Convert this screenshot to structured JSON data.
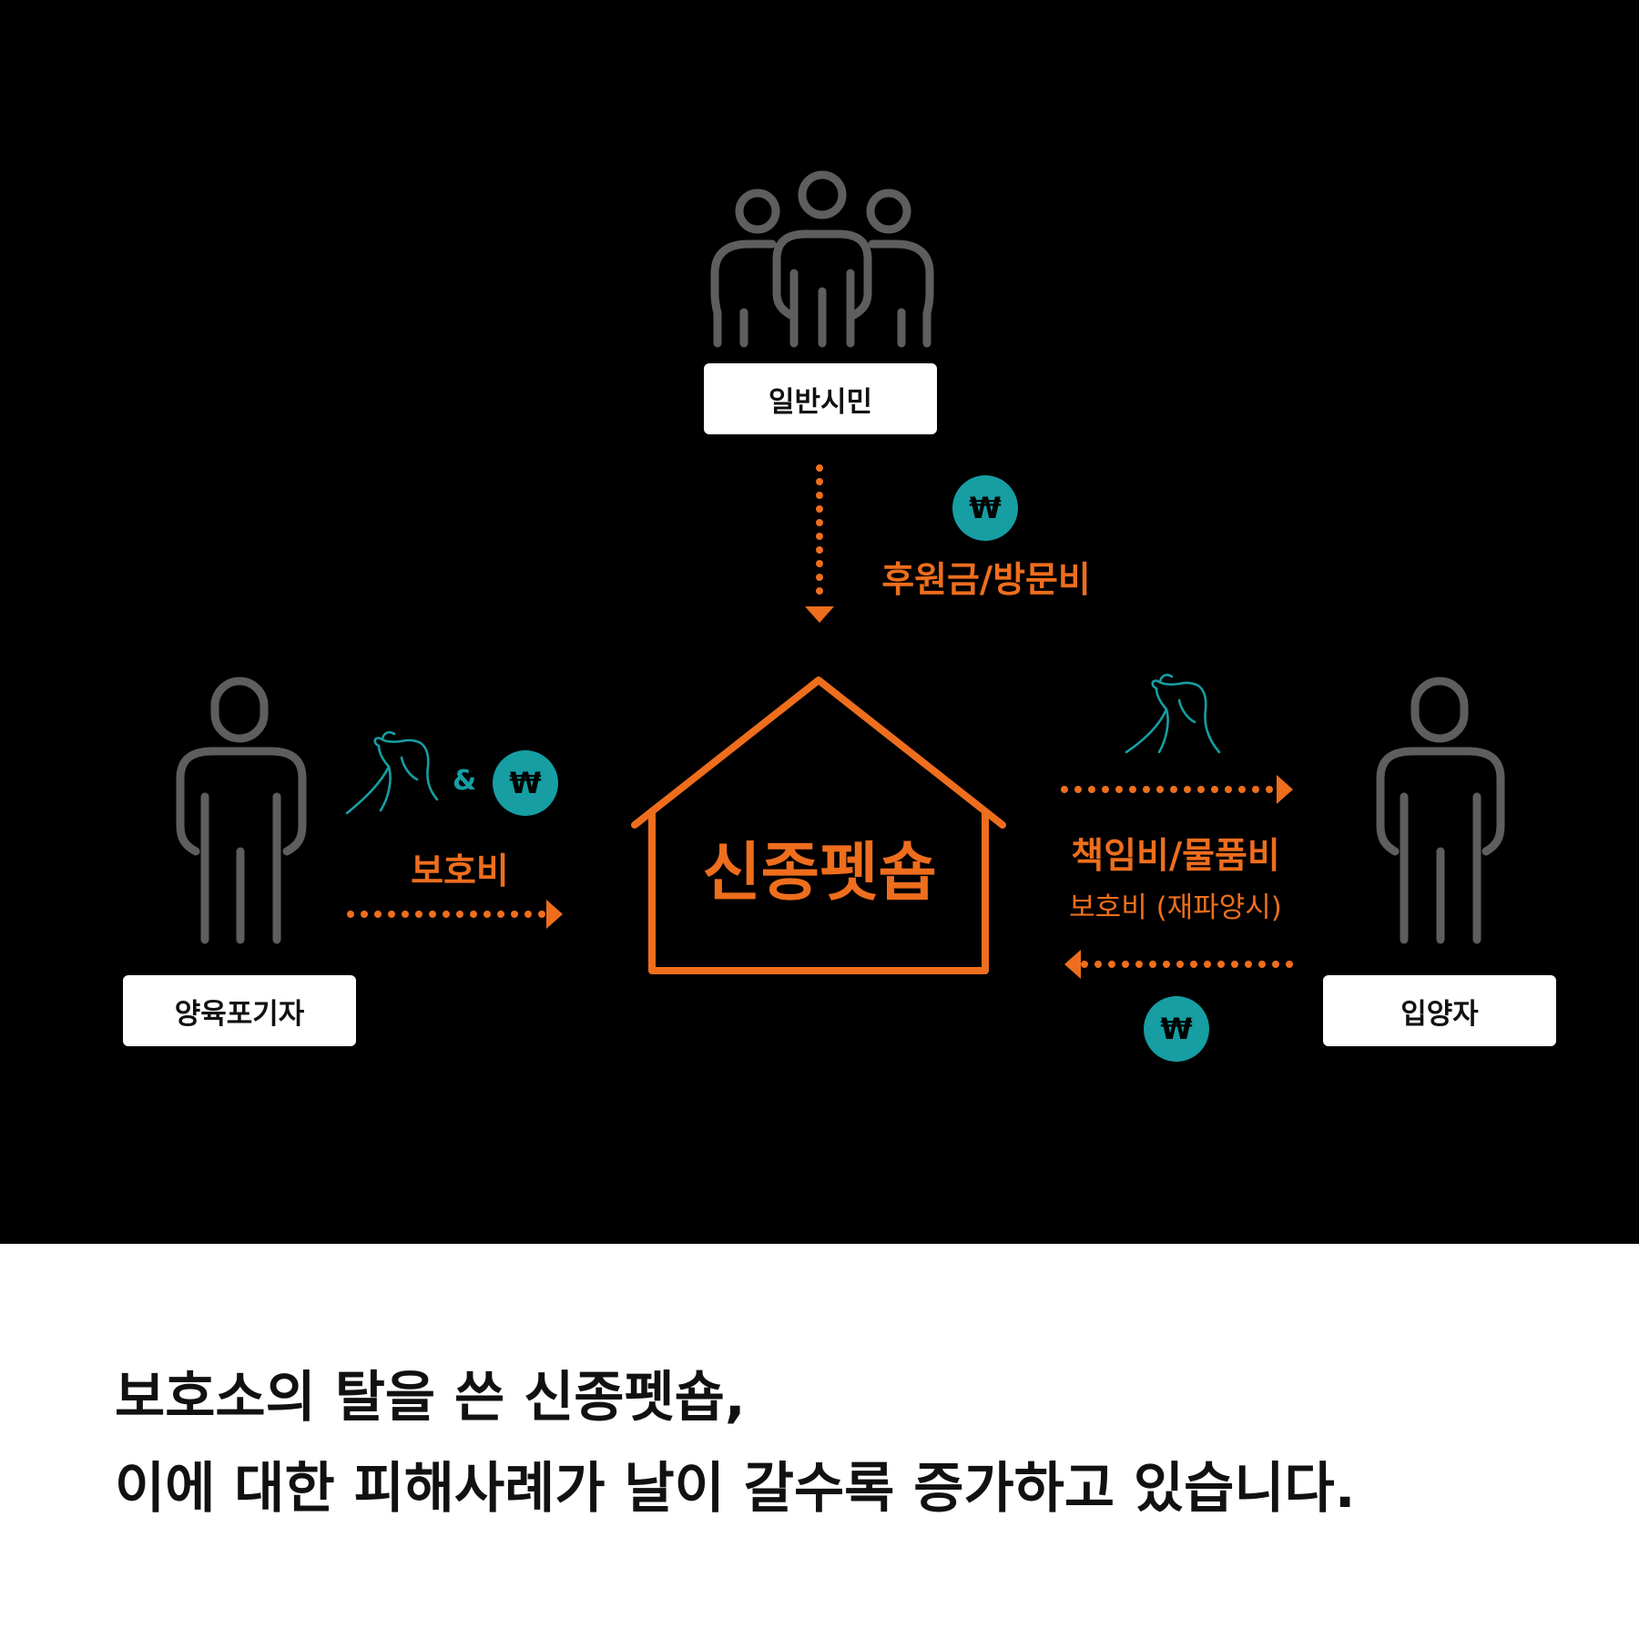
{
  "colors": {
    "background": "#000000",
    "accent": "#ee6e1d",
    "teal": "#169ea3",
    "person": "#5e5e5e",
    "label_bg": "#ffffff"
  },
  "nodes": {
    "citizens": {
      "label": "일반시민",
      "icon": "group-of-people-icon"
    },
    "giver": {
      "label": "양육포기자",
      "icon": "person-icon"
    },
    "adopter": {
      "label": "입양자",
      "icon": "person-icon"
    },
    "shop": {
      "label": "신종펫숍",
      "icon": "house-icon"
    }
  },
  "flows": {
    "top": {
      "label": "후원금/방문비",
      "currency": "₩"
    },
    "left": {
      "label": "보호비",
      "amp": "&",
      "currency": "₩",
      "icon": "dog-icon"
    },
    "right_out": {
      "label": "책임비/물품비",
      "sub_label": "보호비 (재파양시)",
      "icon": "dog-icon"
    },
    "right_in": {
      "currency": "₩"
    }
  },
  "caption": {
    "line1": "보호소의 탈을 쓴 신종펫숍,",
    "line2": "이에 대한 피해사례가 날이 갈수록 증가하고 있습니다."
  }
}
